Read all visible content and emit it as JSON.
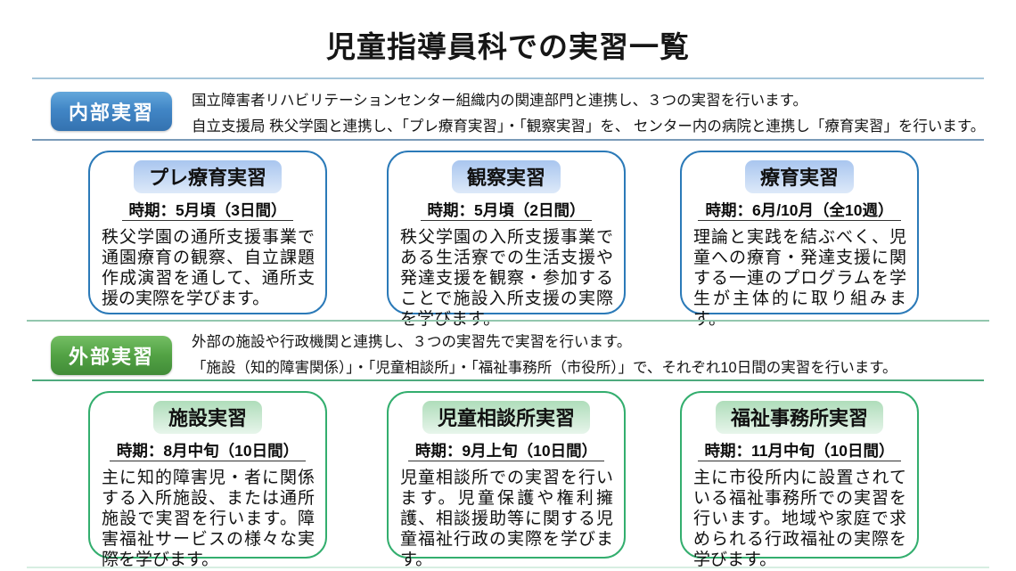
{
  "page": {
    "title": "児童指導員科での実習一覧"
  },
  "colors": {
    "internal_accent": "#2B7AB8",
    "internal_badge": "#4186C6",
    "internal_card_title_bg": "#A9C6EF",
    "external_accent": "#33AE6E",
    "external_badge": "#52A244",
    "external_card_title_bg": "#AFDDBA"
  },
  "sections": [
    {
      "badge_label": "内部実習",
      "description_lines": [
        "国立障害者リハビリテーションセンター組織内の関連部門と連携し、３つの実習を行います。",
        "自立支援局 秩父学園と連携し、「プレ療育実習」・「観察実習」を、 センター内の病院と連携し「療育実習」を行います。"
      ],
      "cards": [
        {
          "title": "プレ療育実習",
          "period": "時期：5月頃（3日間）",
          "body": "秩父学園の通所支援事業で通園療育の観察、自立課題作成演習を通して、通所支援の実際を学びます。"
        },
        {
          "title": "観察実習",
          "period": "時期：5月頃（2日間）",
          "body": "秩父学園の入所支援事業である生活寮での生活支援や発達支援を観察・参加することで施設入所支援の実際を学びます。"
        },
        {
          "title": "療育実習",
          "period": "時期：6月/10月（全10週）",
          "body": "理論と実践を結ぶべく、児童への療育・発達支援に関する一連のプログラムを学生が主体的に取り組みます。"
        }
      ]
    },
    {
      "badge_label": "外部実習",
      "description_lines": [
        "外部の施設や行政機関と連携し、３つの実習先で実習を行います。",
        "「施設（知的障害関係）」・「児童相談所」・「福祉事務所（市役所）」で、それぞれ10日間の実習を行います。"
      ],
      "cards": [
        {
          "title": "施設実習",
          "period": "時期：8月中旬（10日間）",
          "body": "主に知的障害児・者に関係する入所施設、または通所施設で実習を行います。障害福祉サービスの様々な実際を学びます。"
        },
        {
          "title": "児童相談所実習",
          "period": "時期：9月上旬（10日間）",
          "body": "児童相談所での実習を行います。児童保護や権利擁護、相談援助等に関する児童福祉行政の実際を学びます。"
        },
        {
          "title": "福祉事務所実習",
          "period": "時期：11月中旬（10日間）",
          "body": "主に市役所内に設置されている福祉事務所での実習を行います。地域や家庭で求められる行政福祉の実際を学びます。"
        }
      ]
    }
  ]
}
